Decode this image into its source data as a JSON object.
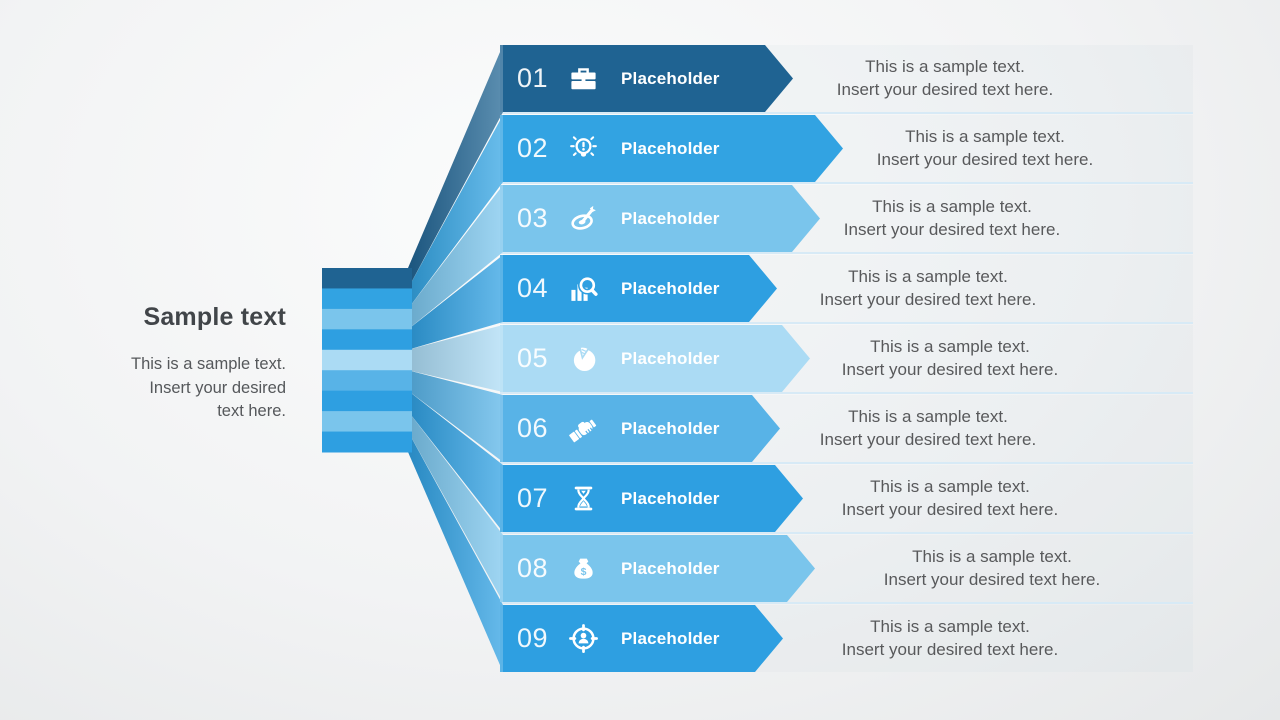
{
  "slide": {
    "left_panel": {
      "title": "Sample text",
      "description_lines": [
        "This is a sample text.",
        "Insert your desired",
        "text here."
      ]
    },
    "rows": [
      {
        "number": "01",
        "label": "Placeholder",
        "icon": "briefcase-icon",
        "color": "#1f6392",
        "desc": [
          "This is a sample text.",
          "Insert your desired text here."
        ]
      },
      {
        "number": "02",
        "label": "Placeholder",
        "icon": "lightbulb-icon",
        "color": "#32a3e2",
        "desc": [
          "This is a sample text.",
          "Insert your desired text here."
        ]
      },
      {
        "number": "03",
        "label": "Placeholder",
        "icon": "dart-target-icon",
        "color": "#7ac5ec",
        "desc": [
          "This is a sample text.",
          "Insert your desired text here."
        ]
      },
      {
        "number": "04",
        "label": "Placeholder",
        "icon": "chart-magnifier-icon",
        "color": "#2e9fe1",
        "desc": [
          "This is a sample text.",
          "Insert your desired text here."
        ]
      },
      {
        "number": "05",
        "label": "Placeholder",
        "icon": "pie-chart-icon",
        "color": "#abdbf4",
        "desc": [
          "This is a sample text.",
          "Insert your desired text here."
        ]
      },
      {
        "number": "06",
        "label": "Placeholder",
        "icon": "handshake-icon",
        "color": "#58b3e7",
        "desc": [
          "This is a sample text.",
          "Insert your desired text here."
        ]
      },
      {
        "number": "07",
        "label": "Placeholder",
        "icon": "hourglass-icon",
        "color": "#2e9fe1",
        "desc": [
          "This is a sample text.",
          "Insert your desired text here."
        ]
      },
      {
        "number": "08",
        "label": "Placeholder",
        "icon": "money-bag-icon",
        "color": "#7ac5ec",
        "desc": [
          "This is a sample text.",
          "Insert your desired text here."
        ]
      },
      {
        "number": "09",
        "label": "Placeholder",
        "icon": "person-target-icon",
        "color": "#2e9fe1",
        "desc": [
          "This is a sample text.",
          "Insert your desired text here."
        ]
      }
    ],
    "separator_color": "#d7eaf6",
    "text_color": "#58595b",
    "title_color": "#414549"
  }
}
